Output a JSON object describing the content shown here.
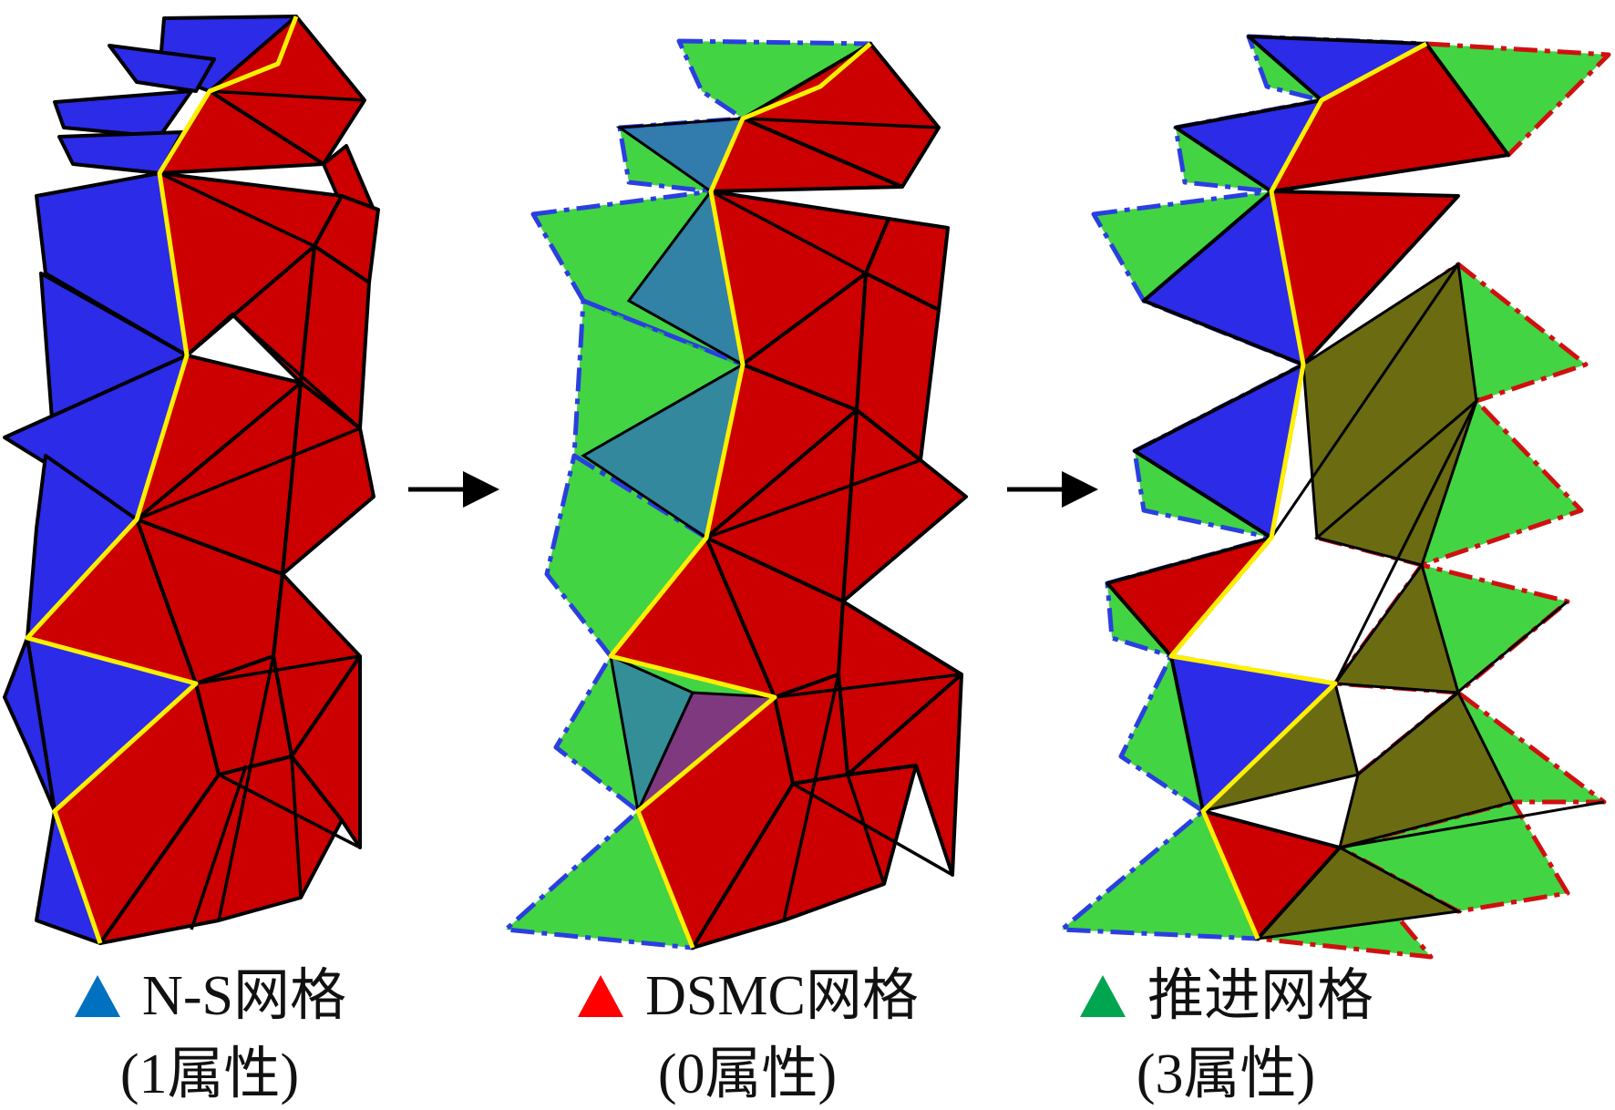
{
  "panels": [
    {
      "id": "ns",
      "legend_label": "N-S网格",
      "legend_sub": "(1属性)",
      "marker_color": "#0070C0"
    },
    {
      "id": "dsmc",
      "legend_label": "DSMC网格",
      "legend_sub": "(0属性)",
      "marker_color": "#FF0000"
    },
    {
      "id": "adv",
      "legend_label": "推进网格",
      "legend_sub": "(3属性)",
      "marker_color": "#00A550"
    }
  ],
  "colors": {
    "ns_fill": "#2B2BE8",
    "dsmc_fill": "#CC0000",
    "advance_fill": "#22CC22",
    "interface_line": "#FFF000",
    "edge": "#000000",
    "arrow": "#000000"
  },
  "arrows": 2
}
